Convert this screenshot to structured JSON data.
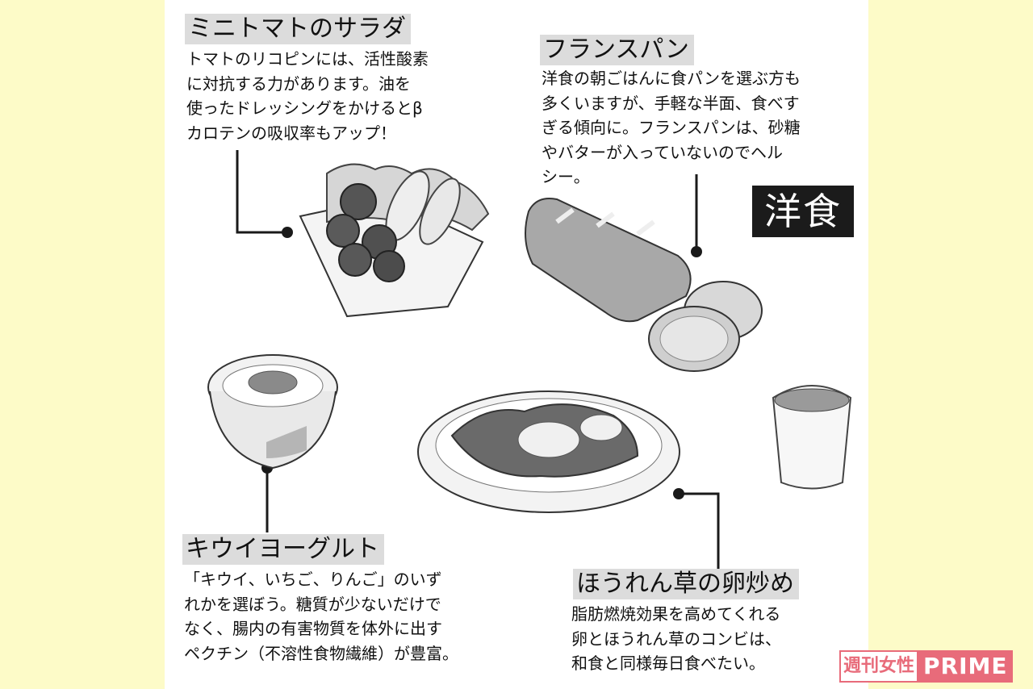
{
  "badge": "洋食",
  "sections": {
    "salad": {
      "title": "ミニトマトのサラダ",
      "body": "トマトのリコピンには、活性酸素\nに対抗する力があります。油を\n使ったドレッシングをかけるとβ\nカロテンの吸収率もアップ！"
    },
    "bread": {
      "title": "フランスパン",
      "body": "洋食の朝ごはんに食パンを選ぶ方も\n多くいますが、手軽な半面、食べす\nぎる傾向に。フランスパンは、砂糖\nやバターが入っていないのでヘル\nシー。"
    },
    "yogurt": {
      "title": "キウイヨーグルト",
      "body": "「キウイ、いちご、りんご」のいず\nれかを選ぼう。糖質が少ないだけで\nなく、腸内の有害物質を体外に出す\nペクチン（不溶性食物繊維）が豊富。"
    },
    "spinach": {
      "title": "ほうれん草の卵炒め",
      "body": "脂肪燃焼効果を高めてくれる\n卵とほうれん草のコンビは、\n和食と同様毎日食べたい。"
    }
  },
  "logo": {
    "ja": "週刊女性",
    "en": "PRIME"
  }
}
